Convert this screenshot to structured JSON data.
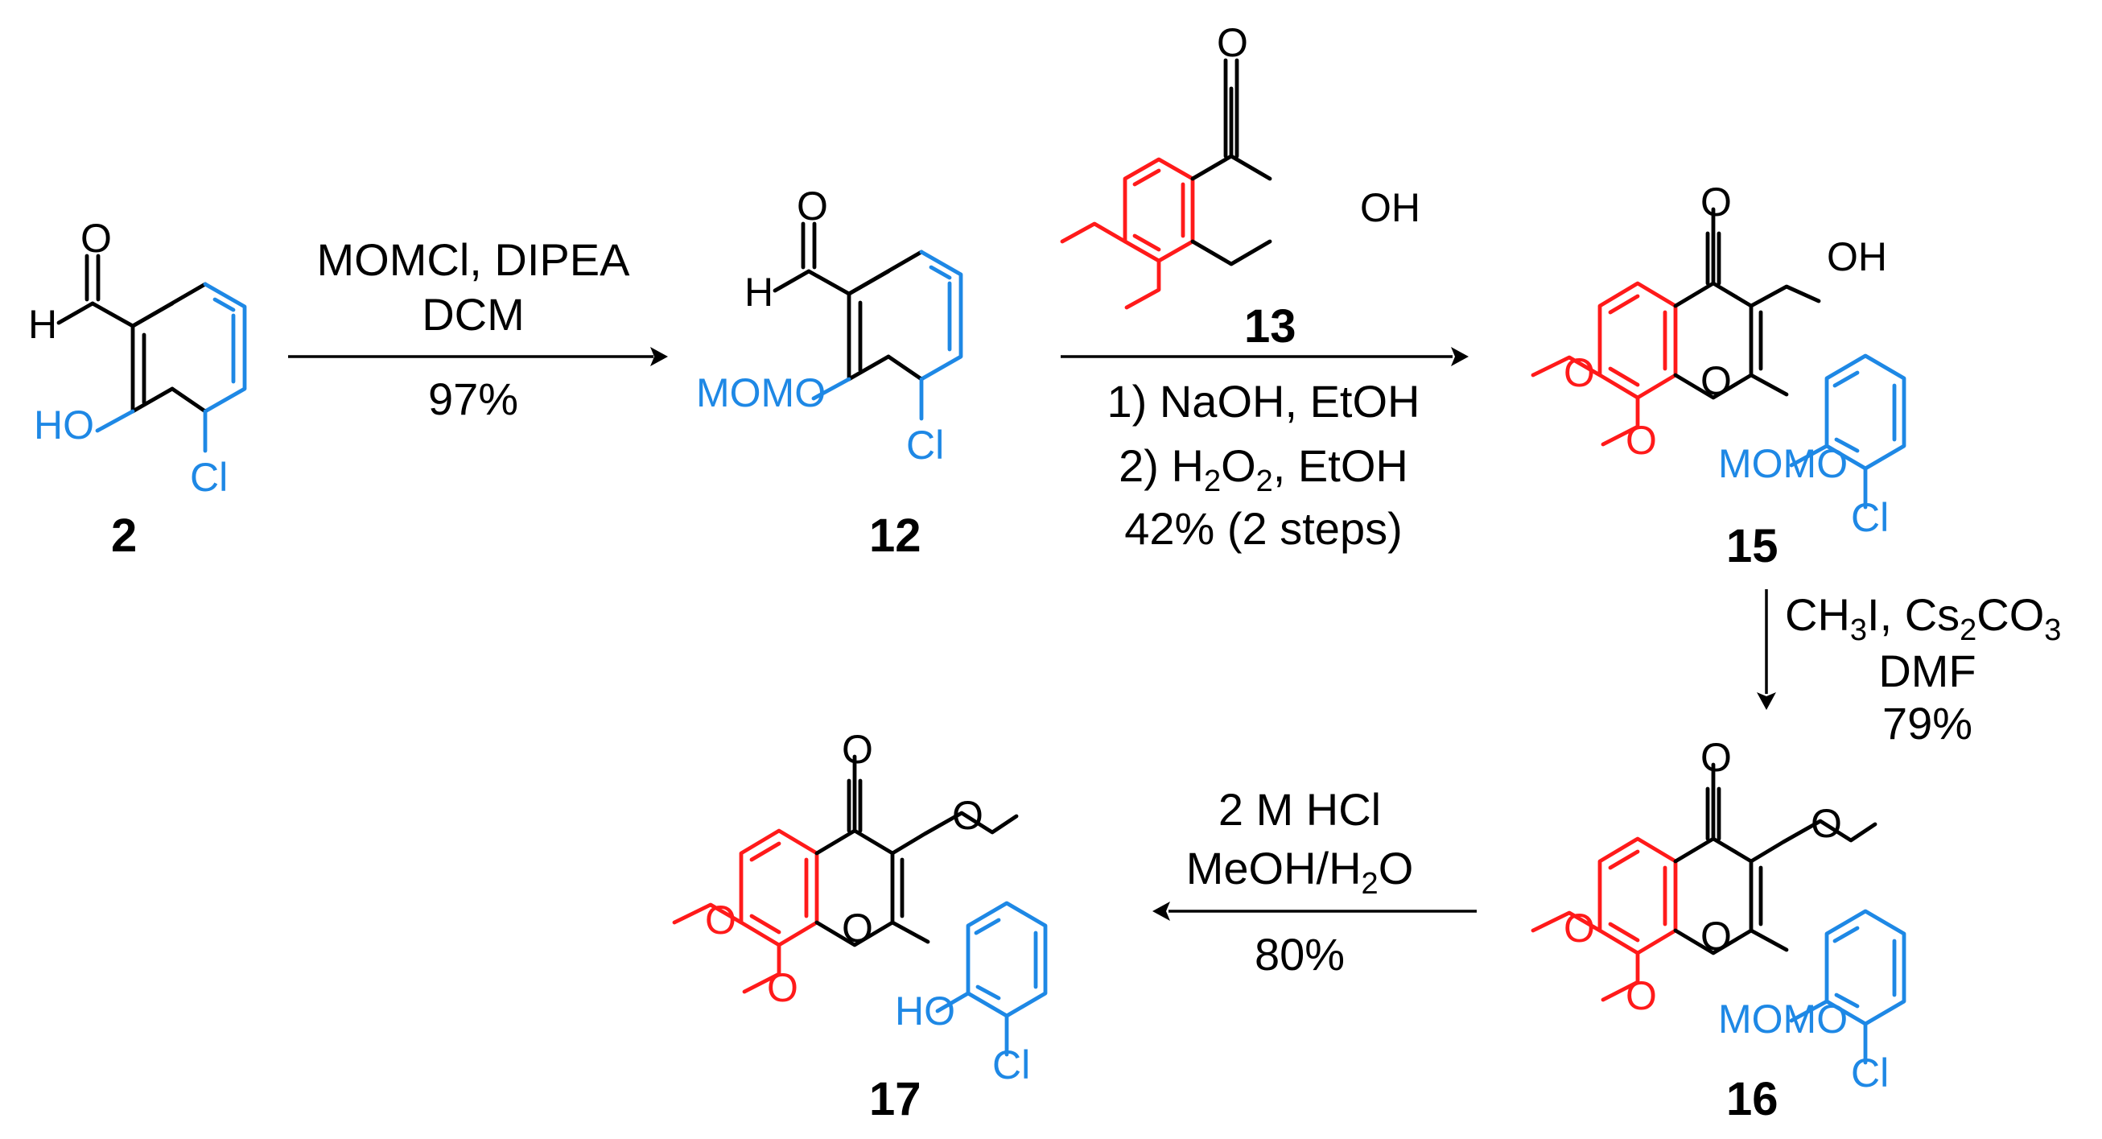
{
  "compounds": {
    "c2": "2",
    "c12": "12",
    "c13": "13",
    "c15": "15",
    "c16": "16",
    "c17": "17"
  },
  "atoms": {
    "O": "O",
    "H": "H",
    "HO": "HO",
    "OH": "OH",
    "Cl": "Cl",
    "MOMO": "MOMO"
  },
  "steps": {
    "step1": {
      "line1": "MOMCl, DIPEA",
      "line2": "DCM",
      "yield": "97%"
    },
    "step2": {
      "line1": "1) NaOH, EtOH",
      "line2_pre": "2) H",
      "line2_sub1": "2",
      "line2_mid": "O",
      "line2_sub2": "2",
      "line2_post": ", EtOH",
      "yield": "42% (2 steps)"
    },
    "step3": {
      "line1_a": "CH",
      "line1_sub1": "3",
      "line1_b": "I, Cs",
      "line1_sub2": "2",
      "line1_c": "CO",
      "line1_sub3": "3",
      "line2": "DMF",
      "yield": "79%"
    },
    "step4": {
      "line1": "2 M HCl",
      "line2_pre": "MeOH/H",
      "line2_sub": "2",
      "line2_post": "O",
      "yield": "80%"
    }
  },
  "colors": {
    "core": "#ff1a1a",
    "protected": "#1e88e5",
    "bond": "#000000"
  }
}
